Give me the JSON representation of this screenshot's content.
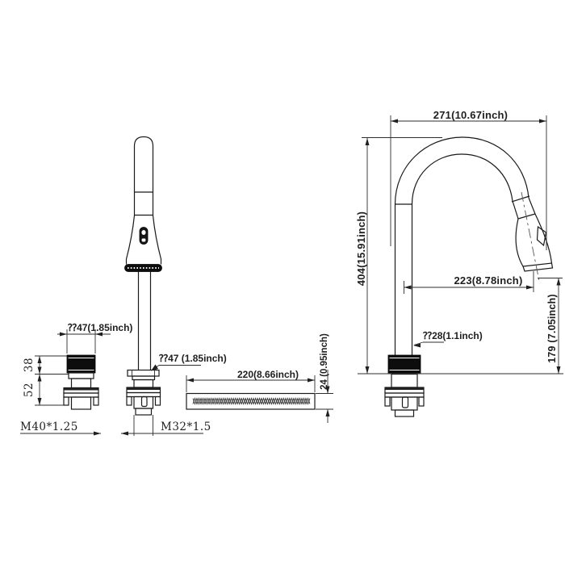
{
  "page": {
    "background": "#ffffff",
    "line_color": "#1a1a1a",
    "dim_color": "#1f1f1f"
  },
  "views": {
    "front_view": {
      "spout_diameter_label": "⁇47 (1.85inch)",
      "shank_thread_label": "M32*1.5"
    },
    "valve_assembly": {
      "cap_diameter_label": "⁇47(1.85inch)",
      "cap_height_label": "38",
      "body_height_label": "52",
      "thread_label": "M40*1.25"
    },
    "deck_plate": {
      "length_label": "220(8.66inch)",
      "thickness_label": "24 (0.95inch)"
    },
    "side_view": {
      "spout_reach_label": "271(10.67inch)",
      "overall_height_label": "404(15.91inch)",
      "outlet_reach_label": "223(8.78inch)",
      "outlet_height_label": "179 (7.05inch)",
      "pipe_diameter_label": "⁇28(1.1inch)"
    }
  }
}
